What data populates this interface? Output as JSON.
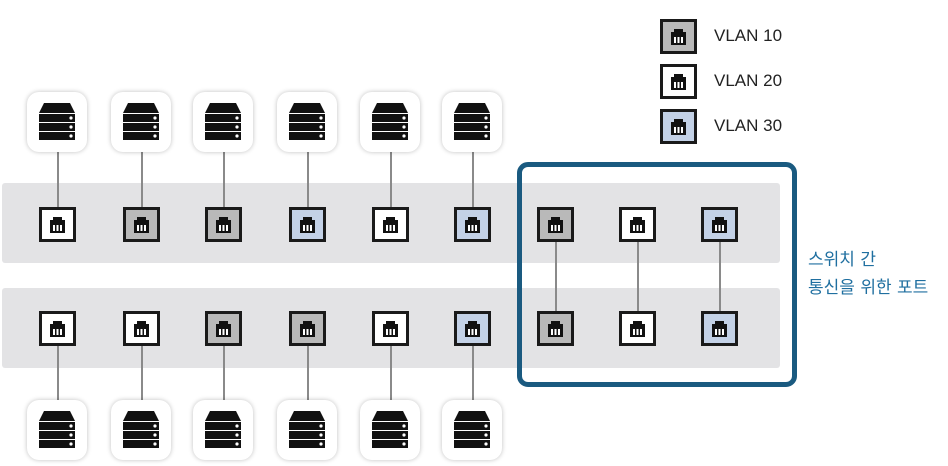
{
  "colors": {
    "vlan10": "#b9b9b9",
    "vlan20": "#ffffff",
    "vlan30": "#c3d1e6",
    "accent": "#1a5a80"
  },
  "legend": [
    {
      "label": "VLAN 10",
      "vlan": "vlan10"
    },
    {
      "label": "VLAN 20",
      "vlan": "vlan20"
    },
    {
      "label": "VLAN 30",
      "vlan": "vlan30"
    }
  ],
  "switch_top": {
    "access_ports": [
      "vlan20",
      "vlan10",
      "vlan10",
      "vlan30",
      "vlan20",
      "vlan30"
    ],
    "trunk_ports": [
      "vlan10",
      "vlan20",
      "vlan30"
    ]
  },
  "switch_bottom": {
    "access_ports": [
      "vlan20",
      "vlan20",
      "vlan10",
      "vlan10",
      "vlan20",
      "vlan30"
    ],
    "trunk_ports": [
      "vlan10",
      "vlan20",
      "vlan30"
    ]
  },
  "callout": {
    "line1": "스위치 간",
    "line2": "통신을 위한 포트"
  }
}
